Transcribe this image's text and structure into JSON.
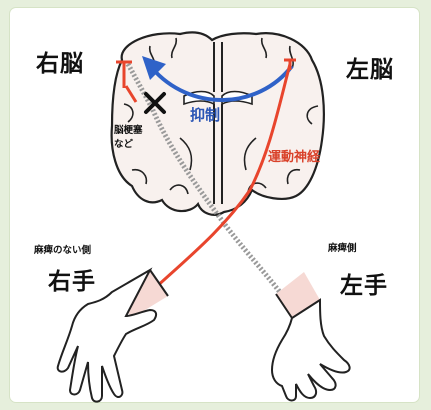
{
  "labels": {
    "right_brain": "右脳",
    "left_brain": "左脳",
    "inhibition": "抑制",
    "motor_nerve": "運動神経",
    "lesion_line1": "脳梗塞",
    "lesion_line2": "など",
    "right_hand": "右手",
    "left_hand": "左手",
    "unparalyzed_side": "麻痺のない側",
    "paralyzed_side": "麻痺側"
  },
  "colors": {
    "motor_nerve": "#e8452d",
    "inhibition": "#2f62c8",
    "damaged_path": "#9a9a9a",
    "skin": "#f6d9d4",
    "brain_fill": "#f8f1ee",
    "background": "#e6efdc"
  },
  "icons": {
    "lesion_marker": "x-mark-icon"
  }
}
